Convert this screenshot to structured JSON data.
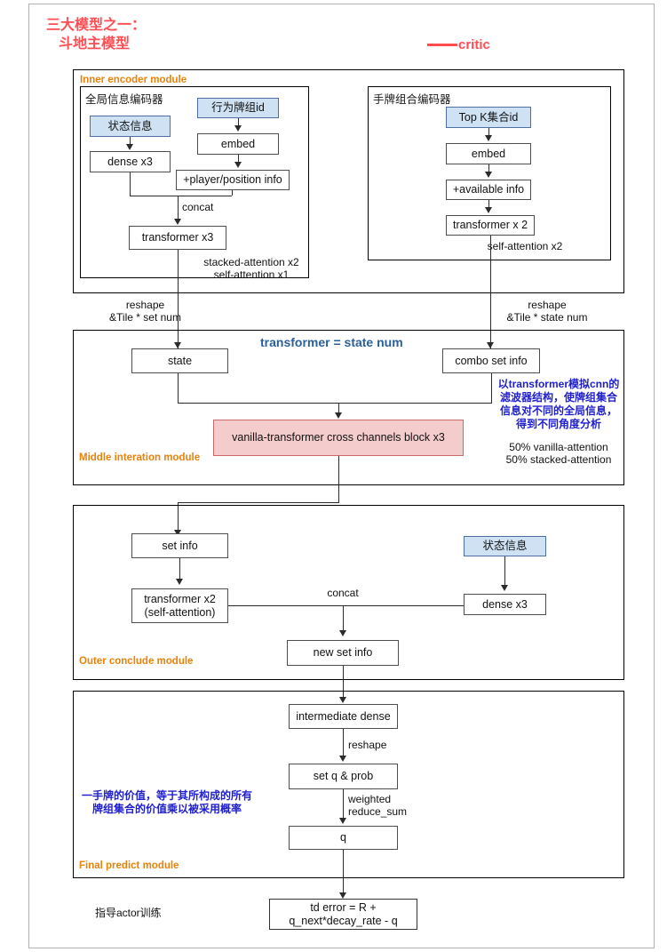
{
  "page": {
    "title_line1": "三大模型之一：",
    "title_line2": "斗地主模型",
    "critic_label": "critic"
  },
  "modules": {
    "inner_encoder": {
      "label": "Inner encoder module",
      "left_frame_caption": "全局信息编码器",
      "right_frame_caption": "手牌组合编码器",
      "nodes": {
        "state_info": "状态信息",
        "action_combo_id": "行为牌组id",
        "dense_x3": "dense x3",
        "embed_left": "embed",
        "player_position_info": "+player/position info",
        "transformer_x3": "transformer x3",
        "topk_set_id": "Top K集合id",
        "embed_right": "embed",
        "available_info": "+available info",
        "transformer_x2": "transformer x 2"
      },
      "notes": {
        "concat": "concat",
        "left_attention": "stacked-attention x2\nself-attention x1",
        "right_attention": "self-attention x2"
      }
    },
    "middle_interaction": {
      "label": "Middle interation module",
      "title": "transformer =  state num",
      "nodes": {
        "state": "state",
        "combo_set_info": "combo set info",
        "cross_block": "vanilla-transformer cross channels block x3"
      },
      "notes": {
        "reshape_left": "reshape\n&Tile * set num",
        "reshape_right": "reshape\n&Tile * state num",
        "blue_annotation": "以transformer模拟cnn的\n滤波器结构，使牌组集合\n信息对不同的全局信息，\n得到不同角度分析",
        "attention_split": "50% vanilla-attention\n50% stacked-attention"
      }
    },
    "outer_conclude": {
      "label": "Outer conclude module",
      "nodes": {
        "set_info": "set info",
        "transformer_x2_self": "transformer x2\n(self-attention)",
        "state_info": "状态信息",
        "dense_x3": "dense x3",
        "new_set_info": "new set info"
      },
      "notes": {
        "concat": "concat"
      }
    },
    "final_predict": {
      "label": "Final predict module",
      "nodes": {
        "intermediate_dense": "intermediate dense",
        "set_q_prob": "set q & prob",
        "q": "q"
      },
      "notes": {
        "reshape": "reshape",
        "weighted_reduce_sum": "weighted\nreduce_sum",
        "blue_annotation": "一手牌的价值，等于其所构成的所有\n牌组集合的价值乘以被采用概率"
      }
    },
    "output": {
      "td_error": "td error = R +\nq_next*decay_rate - q",
      "guide_note": "指导actor训练"
    }
  },
  "colors": {
    "title_red": "#ff4d52",
    "module_label_orange": "#e8820c",
    "node_blue_fill": "#cfe2f3",
    "node_pink_fill": "#f4cccc",
    "annotation_blue": "#2020d0",
    "heading_blue": "#2a6099"
  }
}
